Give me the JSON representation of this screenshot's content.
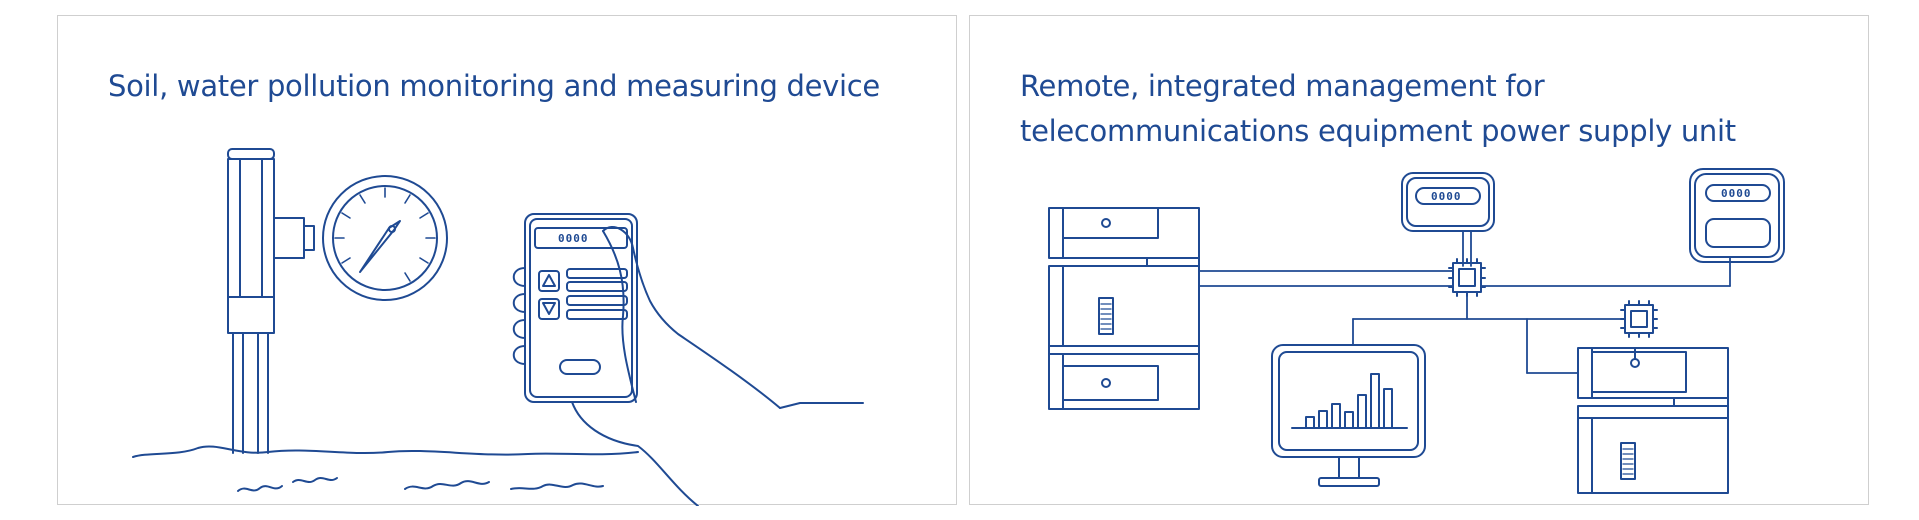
{
  "colors": {
    "line": "#1f4a93",
    "title": "#1f4a93",
    "border": "#cfcfcf",
    "background": "#ffffff"
  },
  "panels": [
    {
      "title": "Soil, water pollution monitoring and measuring device",
      "title_lines": [
        "Soil, water pollution monitoring and measuring device"
      ],
      "device_readout": "0000",
      "icons": [
        "pressure-gauge-icon",
        "handheld-meter-icon",
        "hand-icon",
        "ground-icon"
      ]
    },
    {
      "title": "Remote, integrated management for telecommunications equipment power supply unit",
      "title_lines": [
        "Remote, integrated management for",
        "telecommunications equipment power supply unit"
      ],
      "meter_readout_1": "0000",
      "meter_readout_2": "0000",
      "icons": [
        "power-cabinet-icon",
        "power-meter-icon",
        "junction-node-icon",
        "monitor-chart-icon"
      ]
    }
  ]
}
